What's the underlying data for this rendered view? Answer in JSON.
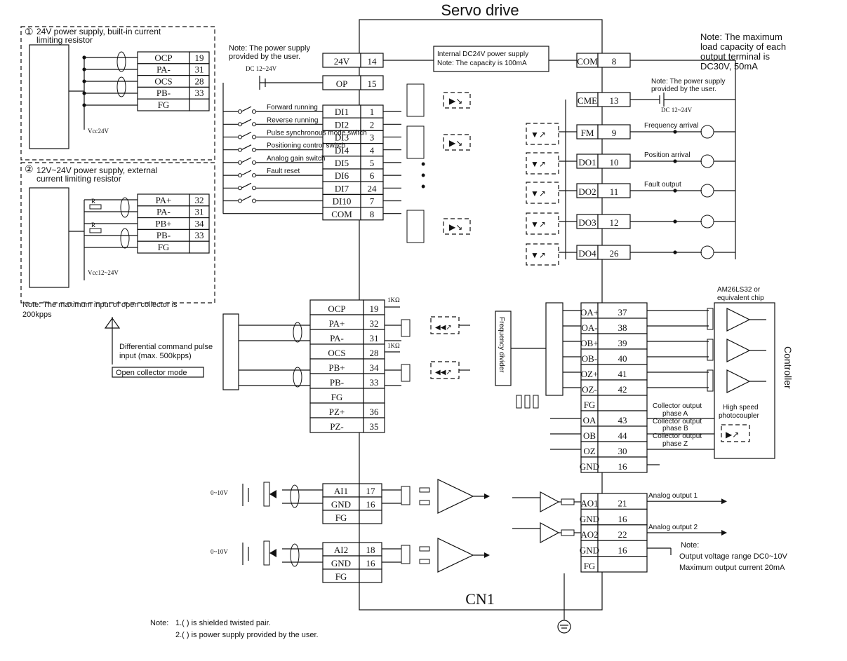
{
  "title": "Servo drive",
  "connector_label": "CN1",
  "notes": {
    "top_left_user": "Note: The power supply provided by the user.",
    "dc_label": "DC 12~24V",
    "internal_supply": [
      "Internal DC24V power supply",
      "Note: The capacity is 100mA"
    ],
    "max_load": [
      "Note: The maximum",
      "load capacity of each",
      "output terminal is",
      "DC30V, 50mA"
    ],
    "right_user": [
      "Note: The power supply",
      "provided by the user."
    ],
    "open_collector": [
      "Note: The maximum input of open collector is",
      "200kpps"
    ],
    "output_note": [
      "Note:",
      "Output voltage range DC0~10V",
      "Maximum output current 20mA"
    ],
    "footer_prefix": "Note:",
    "footer_1": "1.(           ) is shielded twisted pair.",
    "footer_2": "2.(           ) is power supply provided by the user."
  },
  "supply_boxes": {
    "box1_title": [
      "24V power supply, built-in current",
      "limiting resistor"
    ],
    "box1_vcc": "Vcc24V",
    "box2_title": [
      "12V~24V power supply, external",
      "current limiting resistor"
    ],
    "box2_vcc": "Vcc12~24V",
    "resistor": "R",
    "box1_pins": [
      {
        "name": "OCP",
        "num": "19"
      },
      {
        "name": "PA-",
        "num": "31"
      },
      {
        "name": "OCS",
        "num": "28"
      },
      {
        "name": "PB-",
        "num": "33"
      },
      {
        "name": "FG",
        "num": ""
      }
    ],
    "box2_pins": [
      {
        "name": "PA+",
        "num": "32"
      },
      {
        "name": "PA-",
        "num": "31"
      },
      {
        "name": "PB+",
        "num": "34"
      },
      {
        "name": "PB-",
        "num": "33"
      },
      {
        "name": "FG",
        "num": ""
      }
    ]
  },
  "power_pins": [
    {
      "name": "24V",
      "num": "14"
    },
    {
      "name": "OP",
      "num": "15"
    }
  ],
  "di_pins": [
    {
      "name": "DI1",
      "num": "1",
      "label": "Forward running"
    },
    {
      "name": "DI2",
      "num": "2",
      "label": "Reverse running"
    },
    {
      "name": "DI3",
      "num": "3",
      "label": "Pulse synchronous mode switch"
    },
    {
      "name": "DI4",
      "num": "4",
      "label": "Positioning control switch"
    },
    {
      "name": "DI5",
      "num": "5",
      "label": "Analog gain switch"
    },
    {
      "name": "DI6",
      "num": "6",
      "label": "Fault reset"
    },
    {
      "name": "DI7",
      "num": "24",
      "label": ""
    },
    {
      "name": "DI10",
      "num": "7",
      "label": ""
    },
    {
      "name": "COM",
      "num": "8",
      "label": ""
    }
  ],
  "do_pins": [
    {
      "name": "COM",
      "num": "8",
      "label": ""
    },
    {
      "name": "CME",
      "num": "13",
      "label": ""
    },
    {
      "name": "FM",
      "num": "9",
      "label": "Frequency arrival"
    },
    {
      "name": "DO1",
      "num": "10",
      "label": "Position arrival"
    },
    {
      "name": "DO2",
      "num": "11",
      "label": "Fault output"
    },
    {
      "name": "DO3",
      "num": "12",
      "label": ""
    },
    {
      "name": "DO4",
      "num": "26",
      "label": ""
    }
  ],
  "pulse_pins": [
    {
      "name": "OCP",
      "num": "19"
    },
    {
      "name": "PA+",
      "num": "32"
    },
    {
      "name": "PA-",
      "num": "31"
    },
    {
      "name": "OCS",
      "num": "28"
    },
    {
      "name": "PB+",
      "num": "34"
    },
    {
      "name": "PB-",
      "num": "33"
    },
    {
      "name": "FG",
      "num": ""
    },
    {
      "name": "PZ+",
      "num": "36"
    },
    {
      "name": "PZ-",
      "num": "35"
    }
  ],
  "pulse_labels": {
    "resistor": "1KΩ",
    "differential": [
      "Differential command pulse",
      "input (max. 500kpps)"
    ],
    "open_collector_mode": "Open collector mode"
  },
  "encoder_pins": [
    {
      "name": "OA+",
      "num": "37"
    },
    {
      "name": "OA-",
      "num": "38"
    },
    {
      "name": "OB+",
      "num": "39"
    },
    {
      "name": "OB-",
      "num": "40"
    },
    {
      "name": "OZ+",
      "num": "41"
    },
    {
      "name": "OZ-",
      "num": "42"
    },
    {
      "name": "FG",
      "num": ""
    },
    {
      "name": "OA",
      "num": "43"
    },
    {
      "name": "OB",
      "num": "44"
    },
    {
      "name": "OZ",
      "num": "30"
    },
    {
      "name": "GND",
      "num": "16"
    }
  ],
  "encoder_labels": {
    "frequency_divider": "Frequency divider",
    "chip": [
      "AM26LS32 or",
      "equivalent chip"
    ],
    "controller": "Controller",
    "photocoupler": [
      "High speed",
      "photocoupler"
    ],
    "collector_a": [
      "Collector output",
      "phase A"
    ],
    "collector_b": [
      "Collector output",
      "phase B"
    ],
    "collector_z": [
      "Collector output",
      "phase Z"
    ]
  },
  "analog_in": [
    {
      "pins": [
        {
          "name": "AI1",
          "num": "17"
        },
        {
          "name": "GND",
          "num": "16"
        },
        {
          "name": "FG",
          "num": ""
        }
      ],
      "range": "0~10V"
    },
    {
      "pins": [
        {
          "name": "AI2",
          "num": "18"
        },
        {
          "name": "GND",
          "num": "16"
        },
        {
          "name": "FG",
          "num": ""
        }
      ],
      "range": "0~10V"
    }
  ],
  "analog_out": [
    {
      "name": "AO1",
      "num": "21",
      "label": "Analog output 1"
    },
    {
      "name": "GND",
      "num": "16",
      "label": ""
    },
    {
      "name": "AO2",
      "num": "22",
      "label": "Analog output 2"
    },
    {
      "name": "GND",
      "num": "16",
      "label": ""
    },
    {
      "name": "FG",
      "num": "",
      "label": ""
    }
  ],
  "circled": {
    "one": "①",
    "two": "②"
  },
  "colors": {
    "line": "#111111",
    "background": "#ffffff"
  }
}
